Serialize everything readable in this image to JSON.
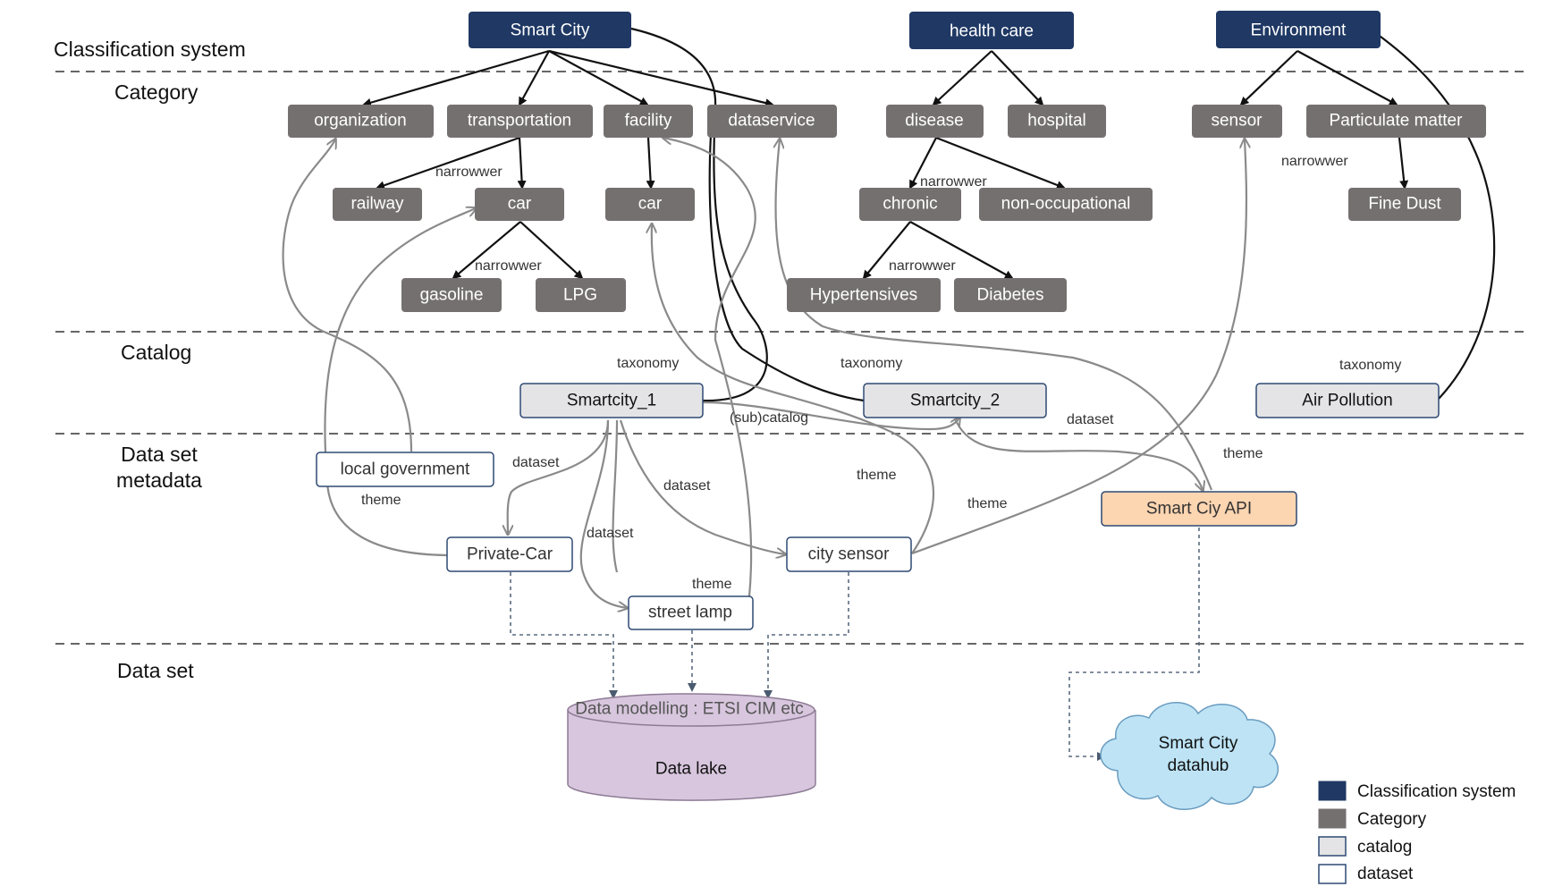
{
  "layers": [
    {
      "id": "classification",
      "label": "Classification system"
    },
    {
      "id": "category",
      "label": "Category"
    },
    {
      "id": "catalog",
      "label": "Catalog"
    },
    {
      "id": "dataset_metadata",
      "label": "Data set\nmetadata"
    },
    {
      "id": "dataset",
      "label": "Data set"
    }
  ],
  "classification_nodes": [
    {
      "id": "smart_city",
      "label": "Smart City"
    },
    {
      "id": "health_care",
      "label": "health care"
    },
    {
      "id": "environment",
      "label": "Environment"
    }
  ],
  "category_nodes": [
    {
      "id": "organization",
      "label": "organization"
    },
    {
      "id": "transportation",
      "label": "transportation"
    },
    {
      "id": "facility",
      "label": "facility"
    },
    {
      "id": "dataservice",
      "label": "dataservice"
    },
    {
      "id": "disease",
      "label": "disease"
    },
    {
      "id": "hospital",
      "label": "hospital"
    },
    {
      "id": "sensor",
      "label": "sensor"
    },
    {
      "id": "particulate",
      "label": "Particulate matter"
    },
    {
      "id": "railway",
      "label": "railway"
    },
    {
      "id": "car1",
      "label": "car"
    },
    {
      "id": "car2",
      "label": "car"
    },
    {
      "id": "chronic",
      "label": "chronic"
    },
    {
      "id": "nonocc",
      "label": "non-occupational"
    },
    {
      "id": "finedust",
      "label": "Fine Dust"
    },
    {
      "id": "gasoline",
      "label": "gasoline"
    },
    {
      "id": "lpg",
      "label": "LPG"
    },
    {
      "id": "hypertensives",
      "label": "Hypertensives"
    },
    {
      "id": "diabetes",
      "label": "Diabetes"
    }
  ],
  "catalog_nodes": [
    {
      "id": "smartcity1",
      "label": "Smartcity_1"
    },
    {
      "id": "smartcity2",
      "label": "Smartcity_2"
    },
    {
      "id": "airpollution",
      "label": "Air Pollution"
    }
  ],
  "dataset_nodes": [
    {
      "id": "localgov",
      "label": "local government"
    },
    {
      "id": "privatecar",
      "label": "Private-Car"
    },
    {
      "id": "citysensor",
      "label": "city sensor"
    },
    {
      "id": "streetlamp",
      "label": "street lamp"
    },
    {
      "id": "api",
      "label": "Smart Ciy API"
    }
  ],
  "storage": {
    "datalake_title": "Data modelling : ETSI CIM etc",
    "datalake_label": "Data lake",
    "datahub_label": "Smart City\ndatahub"
  },
  "edge_labels": {
    "narrowwer": "narrowwer",
    "taxonomy": "taxonomy",
    "subcatalog": "(sub)catalog",
    "dataset": "dataset",
    "theme": "theme"
  },
  "legend": [
    {
      "id": "classification",
      "label": "Classification system"
    },
    {
      "id": "category",
      "label": "Category"
    },
    {
      "id": "catalog",
      "label": "catalog"
    },
    {
      "id": "dataset",
      "label": "dataset"
    }
  ],
  "colors": {
    "classification": "#1f3864",
    "category": "#757070",
    "catalog": "#e4e4e6",
    "dataset": "#ffffff",
    "api": "#fcd5b1",
    "datalake": "#d7c6dd",
    "datahub": "#bde3f5",
    "border": "#2f4a74"
  }
}
